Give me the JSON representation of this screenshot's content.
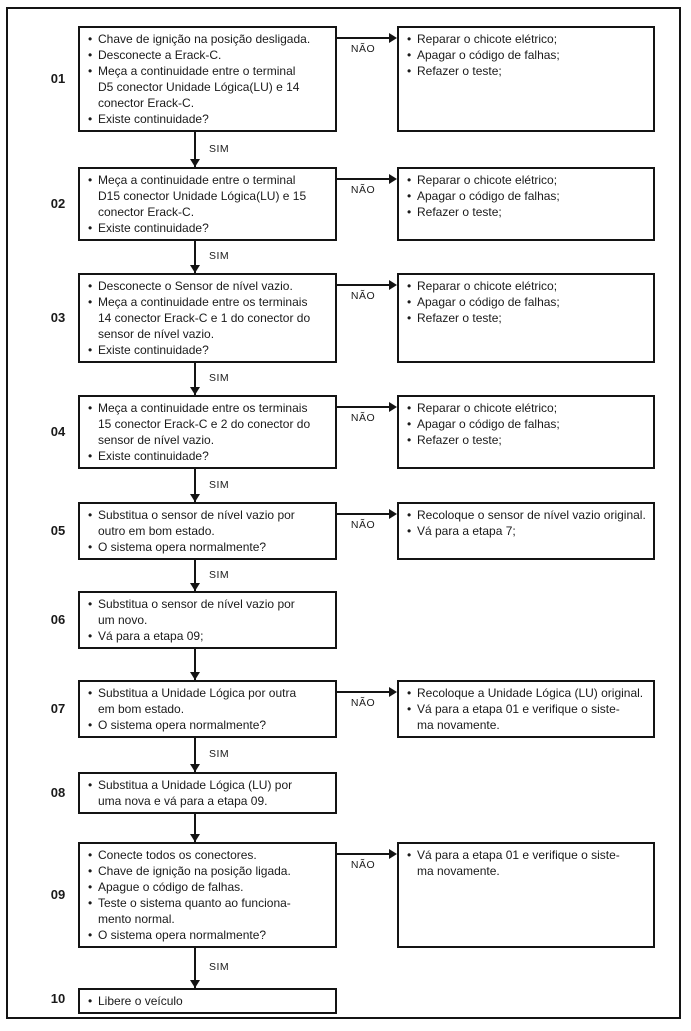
{
  "labels": {
    "sim": "SIM",
    "no": "NÃO"
  },
  "steps": [
    {
      "num": "01",
      "main": [
        "Chave de ignição na posição desligada.",
        "Desconecte a Erack-C.",
        "Meça a continuidade entre o terminal\nD5 conector Unidade Lógica(LU) e 14\nconector Erack-C.",
        "Existe continuidade?"
      ],
      "no": [
        "Reparar o chicote elétrico;",
        "Apagar o código de falhas;",
        "Refazer o teste;"
      ]
    },
    {
      "num": "02",
      "main": [
        "Meça a continuidade entre o terminal\nD15 conector Unidade Lógica(LU) e 15\nconector Erack-C.",
        "Existe continuidade?"
      ],
      "no": [
        "Reparar o chicote elétrico;",
        "Apagar o código de falhas;",
        "Refazer o teste;"
      ]
    },
    {
      "num": "03",
      "main": [
        "Desconecte o Sensor de nível vazio.",
        "Meça a continuidade entre os terminais\n14 conector Erack-C e 1 do conector do\nsensor de nível vazio.",
        "Existe continuidade?"
      ],
      "no": [
        "Reparar o chicote elétrico;",
        "Apagar o código de falhas;",
        "Refazer o teste;"
      ]
    },
    {
      "num": "04",
      "main": [
        "Meça a continuidade entre os terminais\n15 conector Erack-C e 2 do conector do\nsensor de nível vazio.",
        "Existe continuidade?"
      ],
      "no": [
        "Reparar o chicote elétrico;",
        "Apagar o código de falhas;",
        "Refazer o teste;"
      ]
    },
    {
      "num": "05",
      "main": [
        "Substitua o sensor de nível vazio por\noutro em bom estado.",
        "O sistema opera normalmente?"
      ],
      "no": [
        "Recoloque o sensor de nível vazio original.",
        "Vá para a etapa 7;"
      ]
    },
    {
      "num": "06",
      "main": [
        "Substitua o sensor de nível vazio por\num novo.",
        "Vá para a etapa 09;"
      ]
    },
    {
      "num": "07",
      "main": [
        "Substitua a Unidade Lógica por outra\nem bom estado.",
        "O sistema opera normalmente?"
      ],
      "no": [
        "Recoloque a Unidade Lógica (LU) original.",
        "Vá para a etapa 01 e verifique o siste-\nma novamente."
      ]
    },
    {
      "num": "08",
      "main": [
        "Substitua a Unidade Lógica (LU) por\numa nova e vá para a etapa 09."
      ]
    },
    {
      "num": "09",
      "main": [
        "Conecte todos os conectores.",
        "Chave de ignição na posição ligada.",
        "Apague o código de falhas.",
        "Teste o sistema quanto ao funciona-\nmento normal.",
        "O sistema opera normalmente?"
      ],
      "no": [
        "Vá para a etapa 01 e verifique o siste-\nma novamente."
      ]
    },
    {
      "num": "10",
      "main": [
        "Libere o veículo"
      ]
    }
  ]
}
